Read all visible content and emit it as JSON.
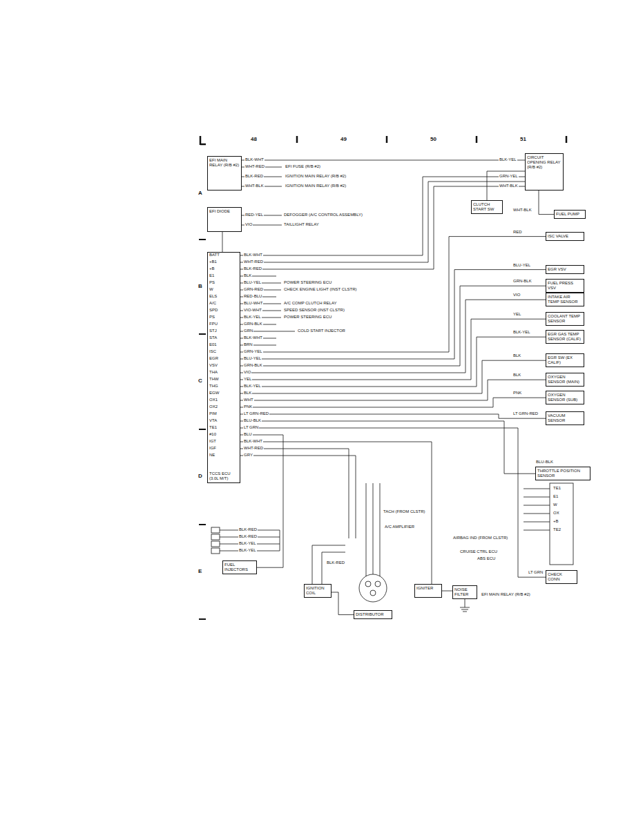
{
  "diagram": {
    "nodes": [
      {
        "text": [
          "EFI MAIN RELAY (R/B #2)"
        ]
      },
      {
        "text": [
          "EFI DIODE"
        ]
      },
      {
        "text": [
          "TCCS ECU (3.0L M/T)"
        ]
      },
      {
        "text": [
          "CIRCUIT OPENING RELAY (R/B #2)"
        ]
      },
      {
        "text": [
          "FUEL PUMP"
        ]
      },
      {
        "text": [
          "ISC VALVE"
        ]
      },
      {
        "text": [
          "EGR VSV"
        ]
      },
      {
        "text": [
          "FUEL PRESS VSV"
        ]
      },
      {
        "text": [
          "INTAKE AIR TEMP SENSOR"
        ]
      },
      {
        "text": [
          "COOLANT TEMP SENSOR"
        ]
      },
      {
        "text": [
          "EGR GAS TEMP SENSOR (CALIF)"
        ]
      },
      {
        "text": [
          "EGR SW (EX CALIF)"
        ]
      },
      {
        "text": [
          "OXYGEN SENSOR (MAIN)"
        ]
      },
      {
        "text": [
          "OXYGEN SENSOR (SUB)"
        ]
      },
      {
        "text": [
          "VACUUM SENSOR"
        ]
      },
      {
        "text": [
          "THROTTLE POSITION SENSOR"
        ]
      },
      {
        "text": [
          "CHECK CONN"
        ]
      },
      {
        "text": [
          "FUEL INJECTORS"
        ]
      },
      {
        "text": [
          "IGNITION COIL"
        ]
      },
      {
        "text": [
          "DISTRIBUTOR"
        ]
      },
      {
        "text": [
          "IGNITER"
        ]
      },
      {
        "text": [
          "NOISE FILTER"
        ]
      },
      {
        "text": [
          "CLUTCH START SW"
        ]
      }
    ],
    "edges": [
      {
        "from": 0,
        "to": 3,
        "arrow": "none"
      },
      {
        "from": 3,
        "to": 22,
        "arrow": "none"
      },
      {
        "from": 3,
        "to": 4,
        "arrow": "none"
      },
      {
        "from": 1,
        "to": 2,
        "arrow": "none"
      },
      {
        "from": 2,
        "to": 5,
        "arrow": "none"
      },
      {
        "from": 2,
        "to": 6,
        "arrow": "none"
      },
      {
        "from": 2,
        "to": 7,
        "arrow": "none"
      },
      {
        "from": 2,
        "to": 8,
        "arrow": "none"
      },
      {
        "from": 2,
        "to": 9,
        "arrow": "none"
      },
      {
        "from": 2,
        "to": 10,
        "arrow": "none"
      },
      {
        "from": 2,
        "to": 11,
        "arrow": "none"
      },
      {
        "from": 2,
        "to": 12,
        "arrow": "none"
      },
      {
        "from": 2,
        "to": 13,
        "arrow": "none"
      },
      {
        "from": 2,
        "to": 14,
        "arrow": "none"
      },
      {
        "from": 2,
        "to": 15,
        "arrow": "none"
      },
      {
        "from": 2,
        "to": 16,
        "arrow": "none"
      },
      {
        "from": 2,
        "to": 17,
        "arrow": "none"
      },
      {
        "from": 2,
        "to": 20,
        "arrow": "none"
      },
      {
        "from": 20,
        "to": 21,
        "arrow": "none"
      },
      {
        "from": 18,
        "to": 19,
        "arrow": "none"
      }
    ],
    "labels": [
      "48",
      "49",
      "50",
      "51",
      "A",
      "B",
      "C",
      "D",
      "E",
      "EFI FUSE (R/B #2)",
      "IGNITION MAIN RELAY (R/B #2)",
      "IGNITION MAIN RELAY (R/B #2)",
      "BLK-WHT",
      "WHT-RED",
      "BLK-RED",
      "WHT-BLK",
      "BLK-YEL",
      "GRN-YEL",
      "WHT-BLK",
      "RED-YEL",
      "DEFOGGER (A/C CONTROL ASSEMBLY)",
      "TAILLIGHT RELAY",
      "VIO",
      "POWER STEERING ECU",
      "CHECK ENGINE LIGHT (INST CLSTR)",
      "A/C COMP CLUTCH RELAY",
      "SPEED SENSOR (INST CLSTR)",
      "POWER STEERING ECU",
      "COLD START INJECTOR",
      "BLK-WHT",
      "WHT-RED",
      "BLK-RED",
      "BLK",
      "BLU-YEL",
      "GRN-RED",
      "RED-BLU",
      "BLU-WHT",
      "VIO-WHT",
      "BLK-YEL",
      "GRN-BLK",
      "GRN",
      "BLK-WHT",
      "BRN",
      "GRN-YEL",
      "BLU-YEL",
      "GRN-BLK",
      "VIO",
      "YEL",
      "BLK-YEL",
      "BLK",
      "WHT",
      "PNK",
      "LT GRN-RED",
      "BLU-BLK",
      "LT GRN",
      "BLU",
      "BLK-WHT",
      "WHT-RED",
      "GRY",
      "BATT",
      "+B1",
      "+B",
      "E1",
      "PS",
      "W",
      "ELS",
      "A/C",
      "SPD",
      "PS",
      "FPU",
      "STJ",
      "STA",
      "E01",
      "ISC",
      "EGR",
      "VSV",
      "THA",
      "THW",
      "THG",
      "EGW",
      "OX1",
      "OX2",
      "PIM",
      "VTA",
      "TE1",
      "#10",
      "IGT",
      "IGF",
      "NE",
      "WHT-BLK",
      "RED",
      "BLU-YEL",
      "GRN-BLK",
      "VIO",
      "YEL",
      "BLK-YEL",
      "BLK",
      "BLK",
      "PNK",
      "LT GRN-RED",
      "BLU-BLK",
      "LT GRN",
      "TACH (FROM CLSTR)",
      "A/C AMPLIFIER",
      "AIRBAG IND (FROM CLSTR)",
      "CRUISE CTRL ECU",
      "ABS ECU",
      "EFI MAIN RELAY (R/B #2)",
      "BLK-RED",
      "BLK-RED",
      "BLK-RED",
      "BLK-YEL",
      "BLK-YEL",
      "TE1",
      "E1",
      "W",
      "OX",
      "+B",
      "TE2"
    ]
  }
}
